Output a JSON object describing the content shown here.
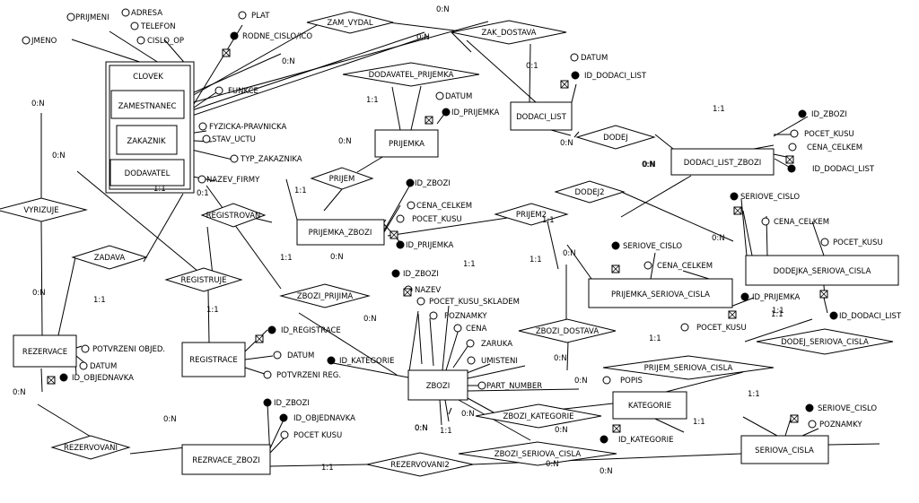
{
  "entities": [
    {
      "id": "clovek",
      "label": "CLOVEK"
    },
    {
      "id": "zamestnanec",
      "label": "ZAMESTNANEC"
    },
    {
      "id": "zakaznik",
      "label": "ZAKAZNIK"
    },
    {
      "id": "dodavatel",
      "label": "DODAVATEL"
    },
    {
      "id": "prijemka",
      "label": "PRIJEMKA"
    },
    {
      "id": "dodaci_list",
      "label": "DODACI_LIST"
    },
    {
      "id": "dodaci_list_zbozi",
      "label": "DODACI_LIST_ZBOZI"
    },
    {
      "id": "prijemka_zbozi",
      "label": "PRIJEMKA_ZBOZI"
    },
    {
      "id": "dodejka_seriova_cisla",
      "label": "DODEJKA_SERIOVA_CISLA"
    },
    {
      "id": "prijemka_seriova_cisla",
      "label": "PRIJEMKA_SERIOVA_CISLA"
    },
    {
      "id": "rezervace",
      "label": "REZERVACE"
    },
    {
      "id": "registrace",
      "label": "REGISTRACE"
    },
    {
      "id": "zbozi",
      "label": "ZBOZI"
    },
    {
      "id": "kategorie",
      "label": "KATEGORIE"
    },
    {
      "id": "rezrvace_zbozi",
      "label": "REZRVACE_ZBOZI"
    },
    {
      "id": "seriova_cisla",
      "label": "SERIOVA_CISLA"
    }
  ],
  "relationships": [
    {
      "id": "zam_vydal",
      "label": "ZAM_VYDAL"
    },
    {
      "id": "zak_dostava",
      "label": "ZAK_DOSTAVA"
    },
    {
      "id": "dodavatel_prijemka",
      "label": "DODAVATEL_PRIJEMKA"
    },
    {
      "id": "dodej",
      "label": "DODEJ"
    },
    {
      "id": "prijem",
      "label": "PRIJEM"
    },
    {
      "id": "dodej2",
      "label": "DODEJ2"
    },
    {
      "id": "registrovan",
      "label": "REGISTROVAN"
    },
    {
      "id": "vyrizuje",
      "label": "VYRIZUJE"
    },
    {
      "id": "prijem2",
      "label": "PRIJEM2"
    },
    {
      "id": "zadava",
      "label": "ZADAVA"
    },
    {
      "id": "registruje",
      "label": "REGISTRUJE"
    },
    {
      "id": "zbozi_prijima",
      "label": "ZBOZI_PRIJIMA"
    },
    {
      "id": "zbozi_dostava",
      "label": "ZBOZI_DOSTAVA"
    },
    {
      "id": "dodej_seriova_cisla",
      "label": "DODEJ_SERIOVA_CISLA"
    },
    {
      "id": "prijem_seriova_cisla",
      "label": "PRIJEM_SERIOVA_CISLA"
    },
    {
      "id": "zbozi_kategorie",
      "label": "ZBOZI_KATEGORIE"
    },
    {
      "id": "rezervovani",
      "label": "REZERVOVANI"
    },
    {
      "id": "zbozi_seriova_cisla",
      "label": "ZBOZI_SERIOVA_CISLA"
    },
    {
      "id": "rezervovani2",
      "label": "REZERVOVANI2"
    }
  ],
  "attributes": [
    {
      "label": "PRIJMENI",
      "key": false
    },
    {
      "label": "ADRESA",
      "key": false
    },
    {
      "label": "TELEFON",
      "key": false
    },
    {
      "label": "CISLO_OP",
      "key": false
    },
    {
      "label": "JMENO",
      "key": false
    },
    {
      "label": "PLAT",
      "key": false
    },
    {
      "label": "RODNE_CISLO/ICO",
      "key": true,
      "id_marker": true
    },
    {
      "label": "FUNKCE",
      "key": false
    },
    {
      "label": "FYZICKA-PRAVNICKA",
      "key": false
    },
    {
      "label": "STAV_UCTU",
      "key": false
    },
    {
      "label": "TYP_ZAKAZNIKA",
      "key": false
    },
    {
      "label": "NAZEV_FIRMY",
      "key": false
    },
    {
      "label": "DATUM",
      "key": false
    },
    {
      "label": "ID_DODACI_LIST",
      "key": true,
      "id_marker": true
    },
    {
      "label": "DATUM",
      "key": false
    },
    {
      "label": "ID_PRIJEMKA",
      "key": true,
      "id_marker": true
    },
    {
      "label": "ID_ZBOZI",
      "key": true
    },
    {
      "label": "POCET_KUSU",
      "key": false
    },
    {
      "label": "CENA_CELKEM",
      "key": false
    },
    {
      "label": "ID_DODACI_LIST",
      "key": true,
      "id_marker": true
    },
    {
      "label": "ID_ZBOZI",
      "key": true
    },
    {
      "label": "CENA_CELKEM",
      "key": false
    },
    {
      "label": "POCET_KUSU",
      "key": false
    },
    {
      "label": "ID_PRIJEMKA",
      "key": true,
      "id_marker": true
    },
    {
      "label": "SERIOVE_CISLO",
      "key": true,
      "id_marker": true
    },
    {
      "label": "CENA_CELKEM",
      "key": false
    },
    {
      "label": "POCET_KUSU",
      "key": false
    },
    {
      "label": "ID_DODACI_LIST",
      "key": true,
      "id_marker": true
    },
    {
      "label": "SERIOVE_CISLO",
      "key": true,
      "id_marker": true
    },
    {
      "label": "CENA_CELKEM",
      "key": false
    },
    {
      "label": "ID_PRIJEMKA",
      "key": true,
      "id_marker": true
    },
    {
      "label": "POCET_KUSU",
      "key": false
    },
    {
      "label": "ID_ZBOZI",
      "key": true
    },
    {
      "label": "NAZEV",
      "key": false,
      "id_marker": true
    },
    {
      "label": "POCET_KUSU_SKLADEM",
      "key": false
    },
    {
      "label": "POZNAMKY",
      "key": false
    },
    {
      "label": "CENA",
      "key": false
    },
    {
      "label": "ZARUKA",
      "key": false
    },
    {
      "label": "UMISTENI",
      "key": false
    },
    {
      "label": "ID_KATEGORIE",
      "key": true
    },
    {
      "label": "PART_NUMBER",
      "key": false
    },
    {
      "label": "ID_REGISTRACE",
      "key": true,
      "id_marker": true
    },
    {
      "label": "DATUM",
      "key": false
    },
    {
      "label": "POTVRZENI REG.",
      "key": false
    },
    {
      "label": "POTVRZENI OBJED.",
      "key": false
    },
    {
      "label": "DATUM",
      "key": false
    },
    {
      "label": "ID_OBJEDNAVKA",
      "key": true,
      "id_marker": true
    },
    {
      "label": "POPIS",
      "key": false
    },
    {
      "label": "ID_KATEGORIE",
      "key": true,
      "id_marker": true
    },
    {
      "label": "ID_ZBOZI",
      "key": true
    },
    {
      "label": "ID_OBJEDNAVKA",
      "key": true
    },
    {
      "label": "POCET KUSU",
      "key": false
    },
    {
      "label": "SERIOVE_CISLO",
      "key": true,
      "id_marker": true
    },
    {
      "label": "POZNAMKY",
      "key": false
    }
  ],
  "cardinalities": [
    "0:N",
    "0:N",
    "0:1",
    "1:1",
    "0:N",
    "0:N",
    "1:1",
    "0:N",
    "0:N",
    "0:N",
    "0:1",
    "0:N",
    "1:1",
    "1:1",
    "0:N",
    "1:1",
    "1:1",
    "0:N",
    "0:N",
    "1:1",
    "1:1",
    "0:N",
    "1:1",
    "1:1",
    "0:N",
    "0:N",
    "0:N",
    "1:1",
    "1:1",
    "1:1",
    "0:N",
    "0:N",
    "1:1",
    "0:N",
    "0:N",
    "0:N",
    "1:1",
    "0:N",
    "0:N",
    "0:N",
    "1:1",
    "1:1",
    "0:N"
  ],
  "colors": {
    "line": "#000000",
    "background": "#ffffff"
  }
}
